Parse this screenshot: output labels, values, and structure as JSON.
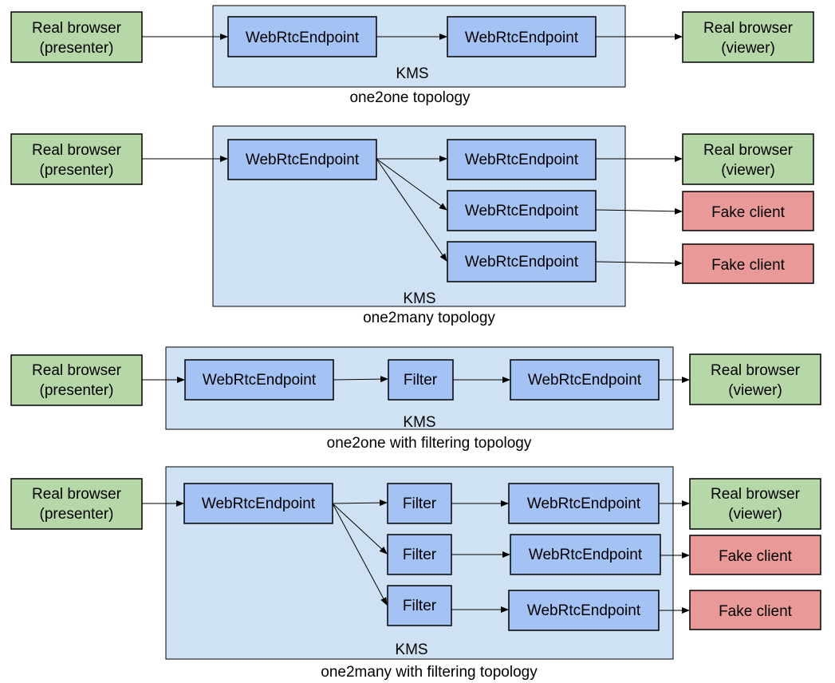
{
  "presenter": {
    "line1": "Real browser",
    "line2": "(presenter)"
  },
  "viewer": {
    "line1": "Real browser",
    "line2": "(viewer)"
  },
  "fake_client": "Fake client",
  "endpoint": "WebRtcEndpoint",
  "filter": "Filter",
  "kms": "KMS",
  "topologies": [
    {
      "caption": "one2one topology"
    },
    {
      "caption": "one2many topology"
    },
    {
      "caption": "one2one with filtering topology"
    },
    {
      "caption": "one2many with filtering topology"
    }
  ],
  "colors": {
    "browser": "#b6d7a8",
    "fake_client": "#ea9999",
    "element": "#a4c2f4",
    "kms": "#cfe2f3"
  }
}
